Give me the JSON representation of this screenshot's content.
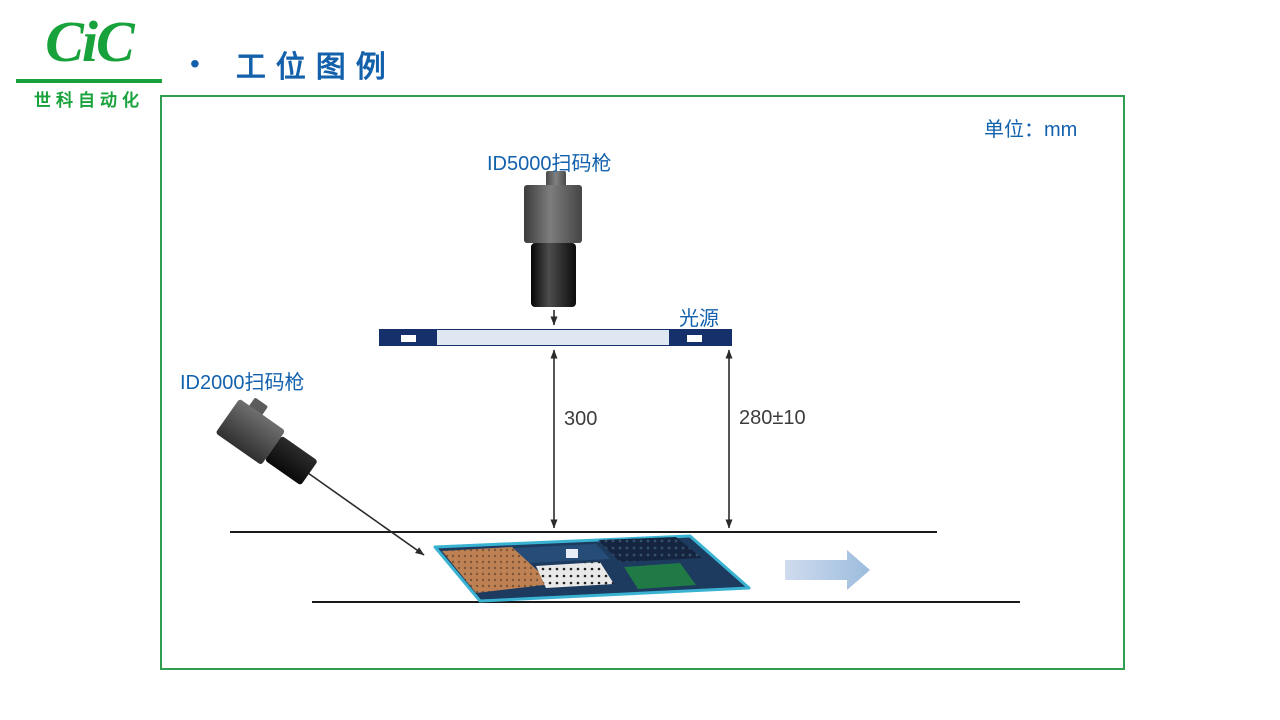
{
  "header": {
    "logo_text": "CiC",
    "logo_subtext": "世科自动化",
    "bullet": "•",
    "title": "工位图例"
  },
  "diagram": {
    "unit_label": "单位：mm",
    "top_camera_label": "ID5000扫码枪",
    "side_camera_label": "ID2000扫码枪",
    "light_source_label": "光源",
    "dimension_center": "300",
    "dimension_right": "280±10"
  },
  "colors": {
    "brand_green": "#18a23b",
    "title_blue": "#1360ab",
    "label_blue": "#1261ad",
    "frame_green": "#2f9e50",
    "light_bar_navy": "#16306b",
    "tray_navy": "#1d3a5f",
    "tray_border_teal": "#3ab3d2",
    "flow_arrow_blue": "#a9c4e2",
    "dimension_text": "#3c3c3c"
  }
}
